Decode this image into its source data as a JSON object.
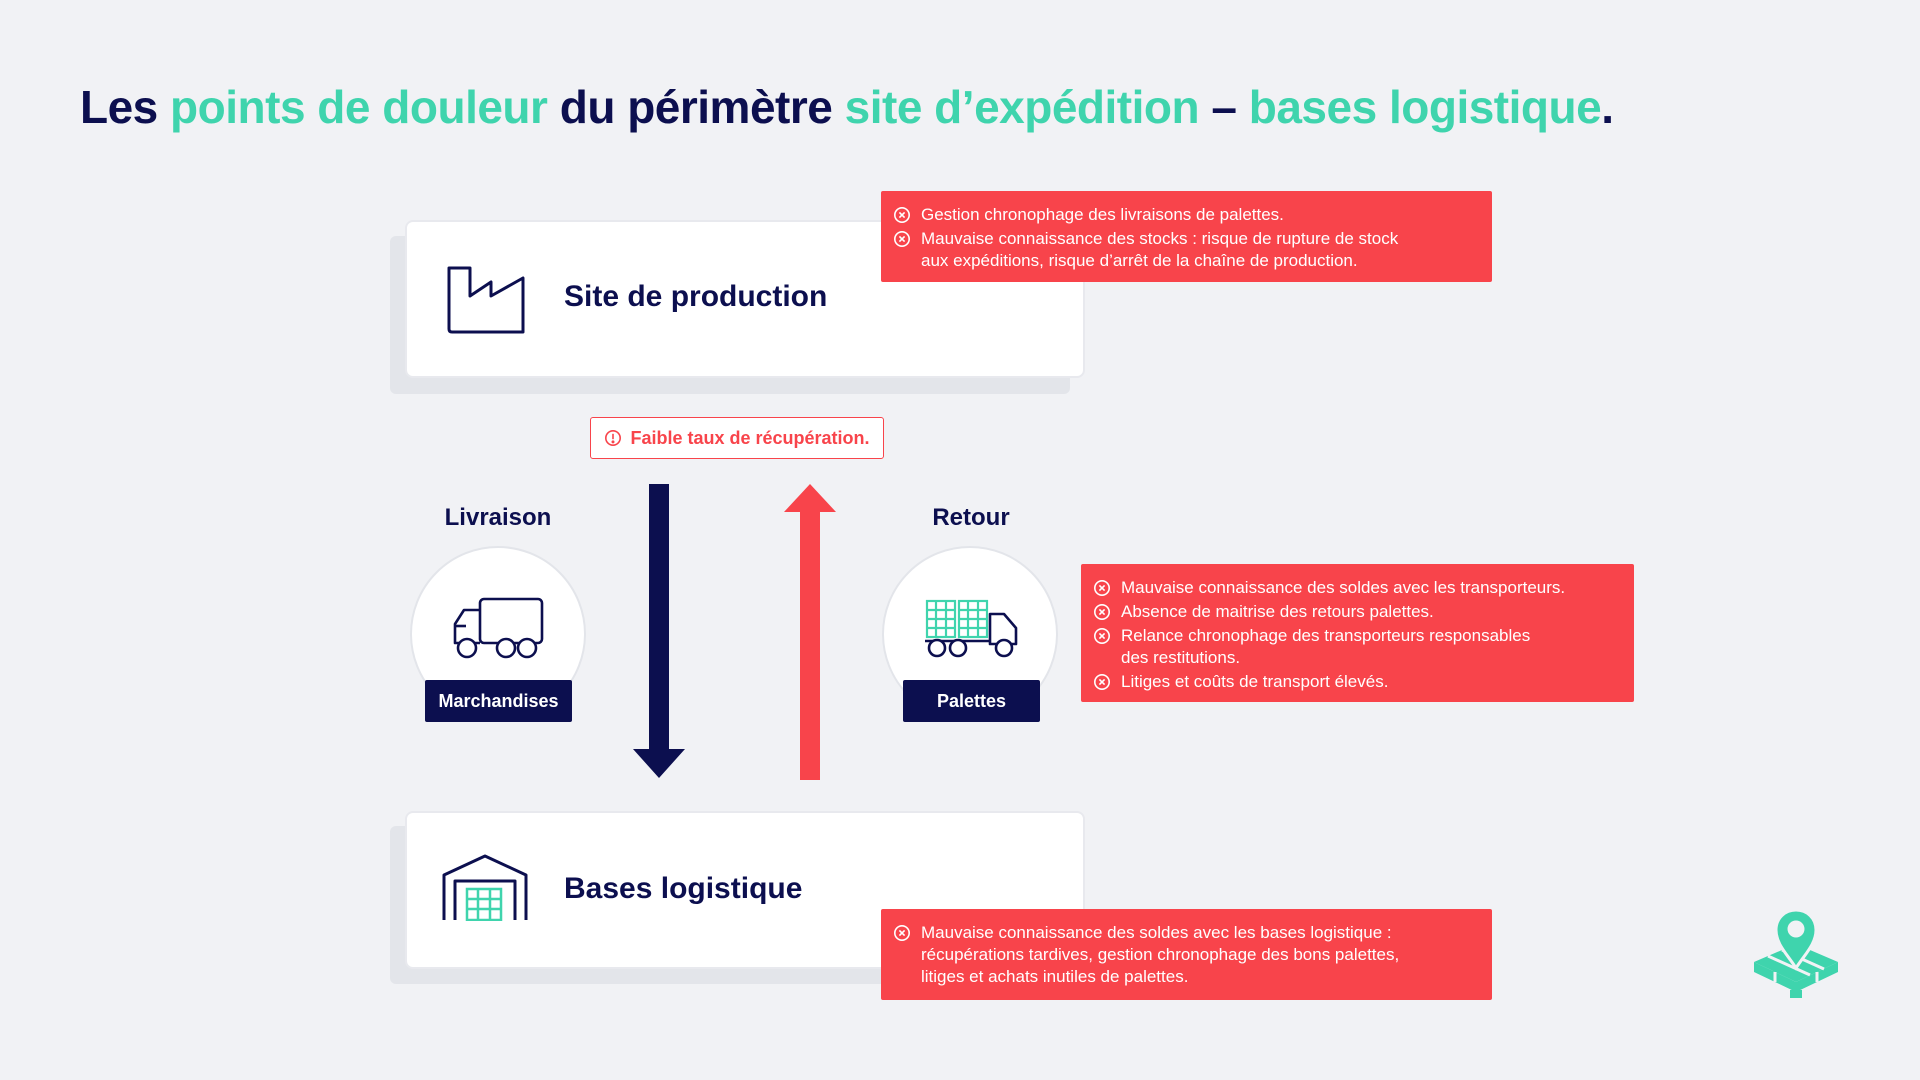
{
  "title": {
    "part1": "Les ",
    "part2": "points de douleur",
    "part3": " du périmètre ",
    "part4": "site d’expédition",
    "part5": " – ",
    "part6": "bases logistique",
    "part7": "."
  },
  "nodes": {
    "production": {
      "label": "Site de production",
      "icon": "factory-icon"
    },
    "bases": {
      "label": "Bases logistique",
      "icon": "warehouse-icon"
    }
  },
  "flows": {
    "livraison": {
      "label": "Livraison",
      "badge": "Marchandises",
      "icon": "delivery-truck-icon",
      "arrow": "down"
    },
    "retour": {
      "label": "Retour",
      "badge": "Palettes",
      "icon": "pallet-truck-icon",
      "arrow": "up"
    }
  },
  "warning": {
    "text": "Faible taux de récupération.",
    "icon": "alert-circle-icon"
  },
  "pain_points": {
    "production": [
      "Gestion chronophage des livraisons de palettes.",
      "Mauvaise connaissance des stocks : risque de rupture de stock",
      "aux expéditions, risque d’arrêt de la chaîne de production."
    ],
    "retour": [
      "Mauvaise connaissance des soldes avec les transporteurs.",
      "Absence de maitrise des retours palettes.",
      "Relance chronophage des transporteurs responsables",
      "des restitutions.",
      "Litiges et coûts de transport élevés."
    ],
    "bases": [
      "Mauvaise connaissance des soldes avec les bases logistique :",
      "récupérations tardives, gestion chronophage des bons palettes,",
      "litiges et achats inutiles de palettes."
    ]
  },
  "colors": {
    "navy": "#0c0f4f",
    "accent": "#3fd4ad",
    "alert": "#f8444b",
    "background": "#f1f2f5"
  },
  "brand": {
    "icon": "pallet-location-logo"
  }
}
